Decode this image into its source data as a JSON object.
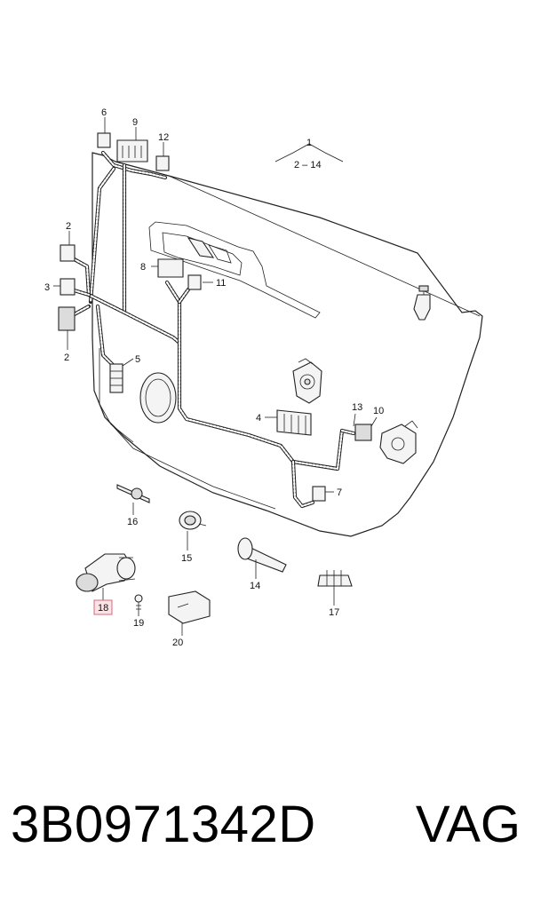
{
  "diagram": {
    "callouts": {
      "c1": "1",
      "c1_range": "2 – 14",
      "c2a": "2",
      "c2b": "2",
      "c3": "3",
      "c4": "4",
      "c5": "5",
      "c6": "6",
      "c7": "7",
      "c8": "8",
      "c9": "9",
      "c10": "10",
      "c11": "11",
      "c12": "12",
      "c13": "13",
      "c14": "14",
      "c15": "15",
      "c16": "16",
      "c17": "17",
      "c18": "18",
      "c19": "19",
      "c20": "20"
    },
    "highlighted_callout": "18",
    "highlight_color": "#fbe3e6"
  },
  "footer": {
    "part_number": "3B0971342D",
    "brand": "VAG"
  }
}
